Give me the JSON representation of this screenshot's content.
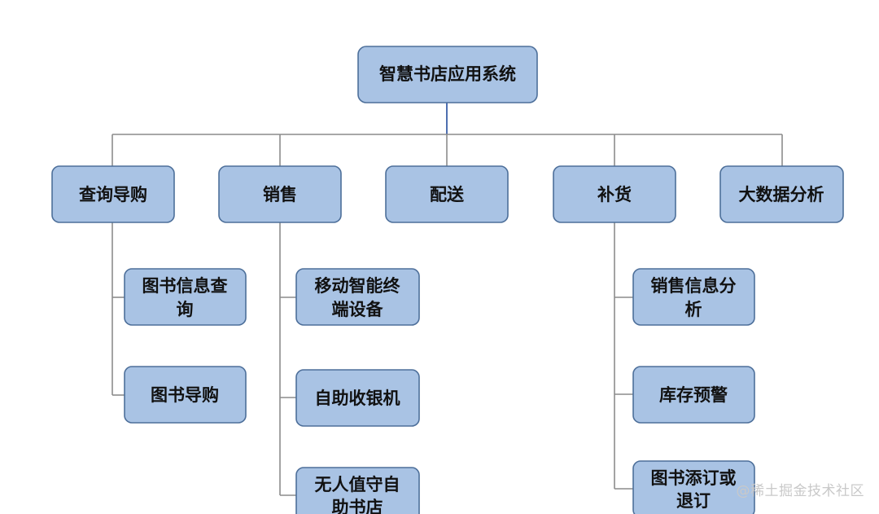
{
  "root": {
    "label": "智慧书店应用系统"
  },
  "categories": [
    {
      "id": "query",
      "label": "查询导购",
      "children": [
        {
          "lines": [
            "图书信息查",
            "询"
          ]
        },
        {
          "lines": [
            "图书导购"
          ]
        }
      ]
    },
    {
      "id": "sales",
      "label": "销售",
      "children": [
        {
          "lines": [
            "移动智能终",
            "端设备"
          ]
        },
        {
          "lines": [
            "自助收银机"
          ]
        },
        {
          "lines": [
            "无人值守自",
            "助书店"
          ]
        }
      ]
    },
    {
      "id": "delivery",
      "label": "配送",
      "children": []
    },
    {
      "id": "restock",
      "label": "补货",
      "children": [
        {
          "lines": [
            "销售信息分",
            "析"
          ]
        },
        {
          "lines": [
            "库存预警"
          ]
        },
        {
          "lines": [
            "图书添订或",
            "退订"
          ]
        }
      ]
    },
    {
      "id": "bigdata",
      "label": "大数据分析",
      "children": []
    }
  ],
  "watermark": "@稀土掘金技术社区"
}
